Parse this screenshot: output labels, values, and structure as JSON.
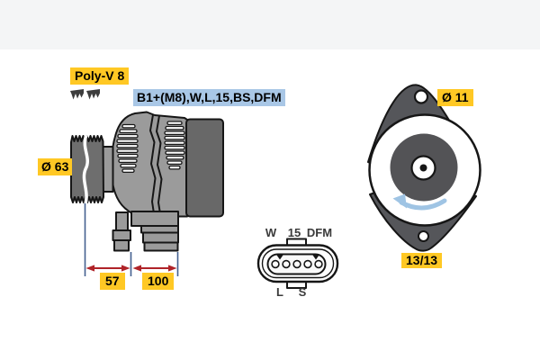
{
  "side_view": {
    "belt_label": "Poly-V 8",
    "terminal_label": "B1+(M8),W,L,15,BS,DFM",
    "pulley_diameter_label": "Ø 63",
    "dimensions": {
      "pulley_offset_mm": "57",
      "mounting_span_mm": "100"
    },
    "icons": {
      "belt_profile": "ribbed-belt-cross-section-icon"
    }
  },
  "rear_view": {
    "mounting_hole_label": "Ø 11",
    "connector_position_label": "13/13",
    "icons": {
      "rotation": "counterclockwise-rotation-arrow-icon"
    }
  },
  "connector": {
    "pin_count": 5,
    "top_terminals": [
      "W",
      "15",
      "DFM"
    ],
    "bottom_terminals": [
      "L",
      "S"
    ]
  },
  "colors": {
    "label_yellow": "#ffc824",
    "label_blue": "#a9c7e6",
    "dimension_red": "#b02328",
    "dimension_line_blue": "#44608f",
    "rotation_arrow_blue": "#9fc4e4",
    "body_gray": "#9b9b9b",
    "dark_gray": "#686868",
    "lug_gray": "#55565a",
    "outline": "#161616"
  }
}
